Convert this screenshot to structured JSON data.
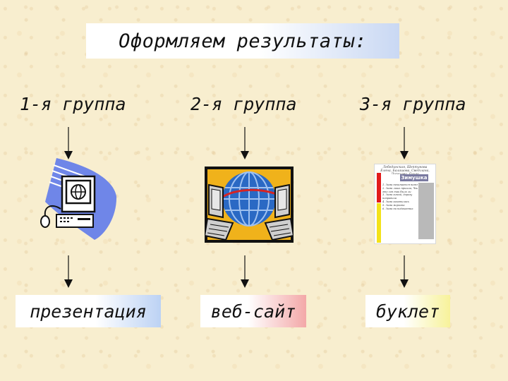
{
  "title": "Оформляем результаты:",
  "groups": [
    {
      "heading": "1-я группа",
      "result": "презентация",
      "icon": "computer-icon"
    },
    {
      "heading": "2-я группа",
      "result": "веб-сайт",
      "icon": "globe-network-icon"
    },
    {
      "heading": "3-я группа",
      "result": "буклет",
      "icon": "booklet-icon"
    }
  ],
  "booklet": {
    "header": "Лебединская, Шептунова Елена, Балашова, Светлана, Дорохова, Ольга",
    "label": "Зимушка",
    "lines": [
      "1. Зима начинается нежная",
      "2. Зима лишь пришла, Чьи бы",
      "это сон так было ли",
      "3. Зима зимой, дорогу",
      "поправила",
      "4. Зима закатилась",
      "5. Зима морозна",
      "6. Зима на подоконник"
    ]
  },
  "colors": {
    "background": "#f8eecf",
    "title_gradient_end": "#c9d8f3",
    "presentation_gradient_end": "#bcd2f4",
    "website_gradient_end": "#f3a8a8",
    "booklet_gradient_end": "#f7f29a"
  }
}
